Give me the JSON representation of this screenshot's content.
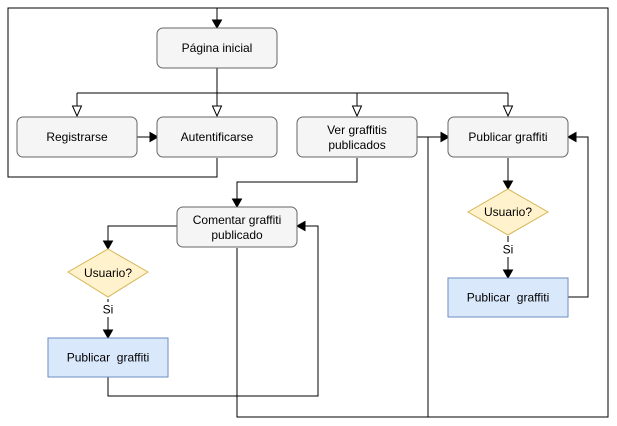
{
  "nodes": {
    "pagina_inicial": {
      "label": "Página inicial"
    },
    "registrarse": {
      "label": "Registrarse"
    },
    "autentificarse": {
      "label": "Autentificarse"
    },
    "ver_graffitis": {
      "line1": "Ver graffitis",
      "line2": "publicados"
    },
    "publicar_graffiti_top": {
      "label": "Publicar graffiti"
    },
    "usuario_right": {
      "label": "Usuario?"
    },
    "publicar_graffiti_right": {
      "label": "Publicar  graffiti"
    },
    "comentar_graffiti": {
      "line1": "Comentar graffiti",
      "line2": "publicado"
    },
    "usuario_left": {
      "label": "Usuario?"
    },
    "publicar_graffiti_left": {
      "label": "Publicar  graffiti"
    }
  },
  "edge_labels": {
    "si_right": "Si",
    "si_left": "Si"
  },
  "colors": {
    "process_fill": "#f5f5f5",
    "process_stroke": "#666666",
    "action_fill": "#dae8fc",
    "action_stroke": "#6c8ebf",
    "decision_fill": "#fff2cc",
    "decision_stroke": "#d6b656"
  }
}
